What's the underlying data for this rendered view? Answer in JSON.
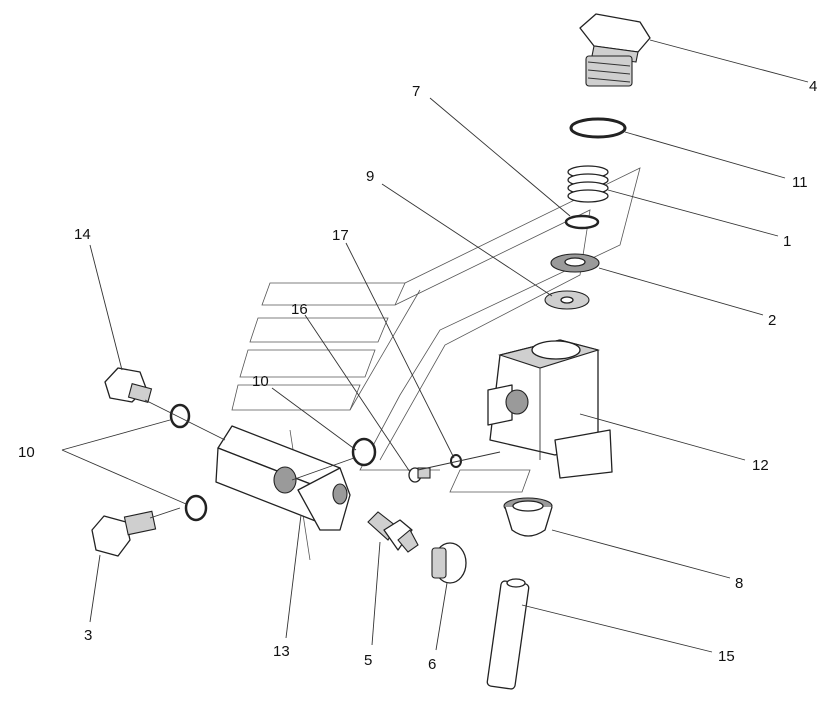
{
  "callouts": [
    {
      "id": "c1",
      "text": "1"
    },
    {
      "id": "c2",
      "text": "2"
    },
    {
      "id": "c3",
      "text": "3"
    },
    {
      "id": "c4",
      "text": "4"
    },
    {
      "id": "c5",
      "text": "5"
    },
    {
      "id": "c6",
      "text": "6"
    },
    {
      "id": "c7",
      "text": "7"
    },
    {
      "id": "c8",
      "text": "8"
    },
    {
      "id": "c9",
      "text": "9"
    },
    {
      "id": "c10a",
      "text": "10"
    },
    {
      "id": "c10b",
      "text": "10"
    },
    {
      "id": "c11",
      "text": "11"
    },
    {
      "id": "c12",
      "text": "12"
    },
    {
      "id": "c13",
      "text": "13"
    },
    {
      "id": "c14",
      "text": "14"
    },
    {
      "id": "c15",
      "text": "15"
    },
    {
      "id": "c16",
      "text": "16"
    },
    {
      "id": "c17",
      "text": "17"
    }
  ]
}
